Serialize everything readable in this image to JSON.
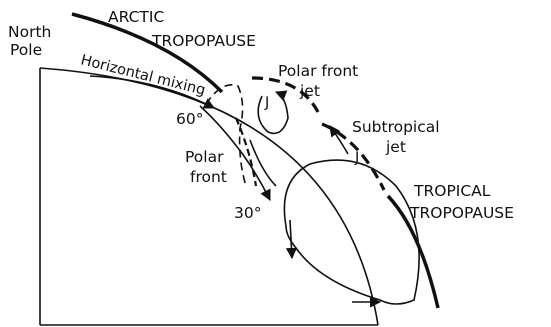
{
  "labels": {
    "north_pole_line1": "North",
    "north_pole_line2": "Pole",
    "arctic_line1": "ARCTIC",
    "arctic_line2": "TROPOPAUSE",
    "horizontal_mixing": "Horizontal mixing",
    "polar_front_jet_line1": "Polar front",
    "polar_front_jet_line2": "jet",
    "subtropical_jet_line1": "Subtropical",
    "subtropical_jet_line2": "jet",
    "lat_60": "60°",
    "lat_30": "30°",
    "polar_front_line1": "Polar",
    "polar_front_line2": "front",
    "tropical_line1": "TROPICAL",
    "tropical_line2": "TROPOPAUSE",
    "jet_symbol_polar": "J",
    "jet_symbol_subtropical": "J"
  },
  "colors": {
    "ink": "#111111",
    "background": "#ffffff"
  }
}
